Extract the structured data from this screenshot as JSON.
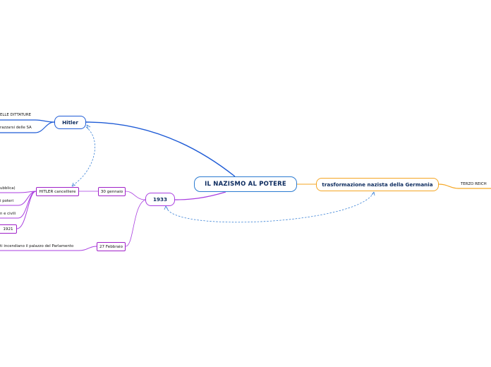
{
  "central": {
    "label": "IL NAZISMO AL POTERE"
  },
  "right_branch": {
    "label": "trasformazione nazista della Germania",
    "child": "TERZO REICH"
  },
  "hitler": {
    "label": "Hitler",
    "children": [
      "ELLE DITTATURE",
      "razzarsi delle SA"
    ]
  },
  "year_1933": {
    "label": "1933",
    "jan": {
      "label": "30 gennaio",
      "child": {
        "label": "HITLER cancelliere",
        "children": [
          "ubblica)",
          "i poteri",
          "n e civili",
          "1921"
        ]
      }
    },
    "feb": {
      "label": "27 Febbraio",
      "child": "ti incendiano il palazzo del Parlamento"
    }
  },
  "colors": {
    "blue": "#1e5bd6",
    "purple": "#a93ee0",
    "orange": "#f5a623",
    "dashed": "#3b82d6"
  }
}
